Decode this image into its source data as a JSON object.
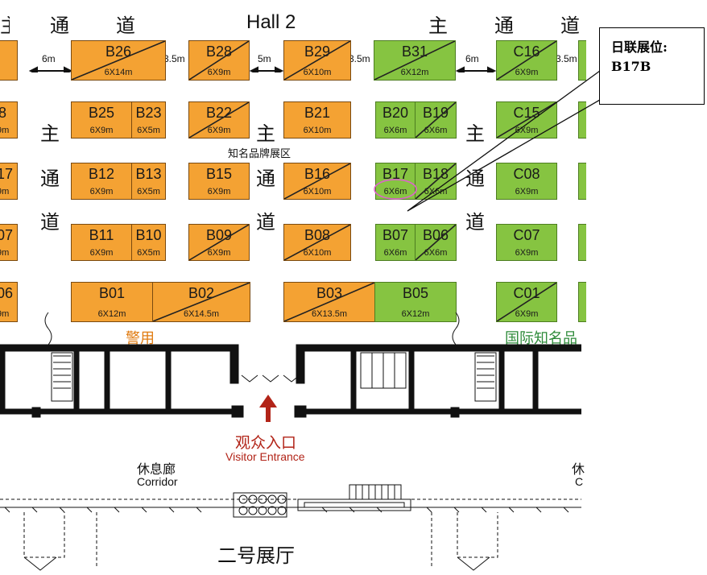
{
  "hall_title": "Hall 2",
  "aisle_chars": {
    "tong": "通",
    "dao": "道",
    "zhu": "主"
  },
  "edge_left_top": "主",
  "dimensions": {
    "d6m": "6m",
    "d35m": "3.5m",
    "d5m": "5m"
  },
  "famous_brand_zone": "知名品牌展区",
  "police_label": "警用",
  "intl_label": "国际知名品",
  "entrance": {
    "cn": "观众入口",
    "en": "Visitor Entrance"
  },
  "corridor": {
    "cn": "休息廊",
    "en": "Corridor",
    "cn_partial": "休",
    "en_partial": "C"
  },
  "hall_name_cn": "二号展厅",
  "callout": {
    "line1": "日联展位:",
    "line2": "B17B"
  },
  "highlight_booth": "B17",
  "colors": {
    "orange": "#f4a233",
    "green": "#86c441",
    "entrance_red": "#b22418",
    "intl_green": "#2e8b3a",
    "police_orange": "#e07b10"
  },
  "edge_fragments": [
    "8",
    "9m",
    "17",
    "9m",
    "07",
    "9m",
    "06",
    "9m"
  ],
  "booths": {
    "b26": {
      "code": "B26",
      "size": "6X14m"
    },
    "b28": {
      "code": "B28",
      "size": "6X9m"
    },
    "b29": {
      "code": "B29",
      "size": "6X10m"
    },
    "b31": {
      "code": "B31",
      "size": "6X12m"
    },
    "c16": {
      "code": "C16",
      "size": "6X9m"
    },
    "b25": {
      "code": "B25",
      "size": "6X9m"
    },
    "b23": {
      "code": "B23",
      "size": "6X5m"
    },
    "b22": {
      "code": "B22",
      "size": "6X9m"
    },
    "b21": {
      "code": "B21",
      "size": "6X10m"
    },
    "b20": {
      "code": "B20",
      "size": "6X6m"
    },
    "b19": {
      "code": "B19",
      "size": "6X6m"
    },
    "c15": {
      "code": "C15",
      "size": "6X9m"
    },
    "b12": {
      "code": "B12",
      "size": "6X9m"
    },
    "b13": {
      "code": "B13",
      "size": "6X5m"
    },
    "b15": {
      "code": "B15",
      "size": "6X9m"
    },
    "b16": {
      "code": "B16",
      "size": "6X10m"
    },
    "b17": {
      "code": "B17",
      "size": "6X6m"
    },
    "b18": {
      "code": "B18",
      "size": "6X6m"
    },
    "c08": {
      "code": "C08",
      "size": "6X9m"
    },
    "b11": {
      "code": "B11",
      "size": "6X9m"
    },
    "b10": {
      "code": "B10",
      "size": "6X5m"
    },
    "b09": {
      "code": "B09",
      "size": "6X9m"
    },
    "b08": {
      "code": "B08",
      "size": "6X10m"
    },
    "b07": {
      "code": "B07",
      "size": "6X6m"
    },
    "b06": {
      "code": "B06",
      "size": "6X6m"
    },
    "c07": {
      "code": "C07",
      "size": "6X9m"
    },
    "b01": {
      "code": "B01",
      "size": "6X12m"
    },
    "b02": {
      "code": "B02",
      "size": "6X14.5m"
    },
    "b03": {
      "code": "B03",
      "size": "6X13.5m"
    },
    "b05": {
      "code": "B05",
      "size": "6X12m"
    },
    "c01": {
      "code": "C01",
      "size": "6X9m"
    }
  }
}
